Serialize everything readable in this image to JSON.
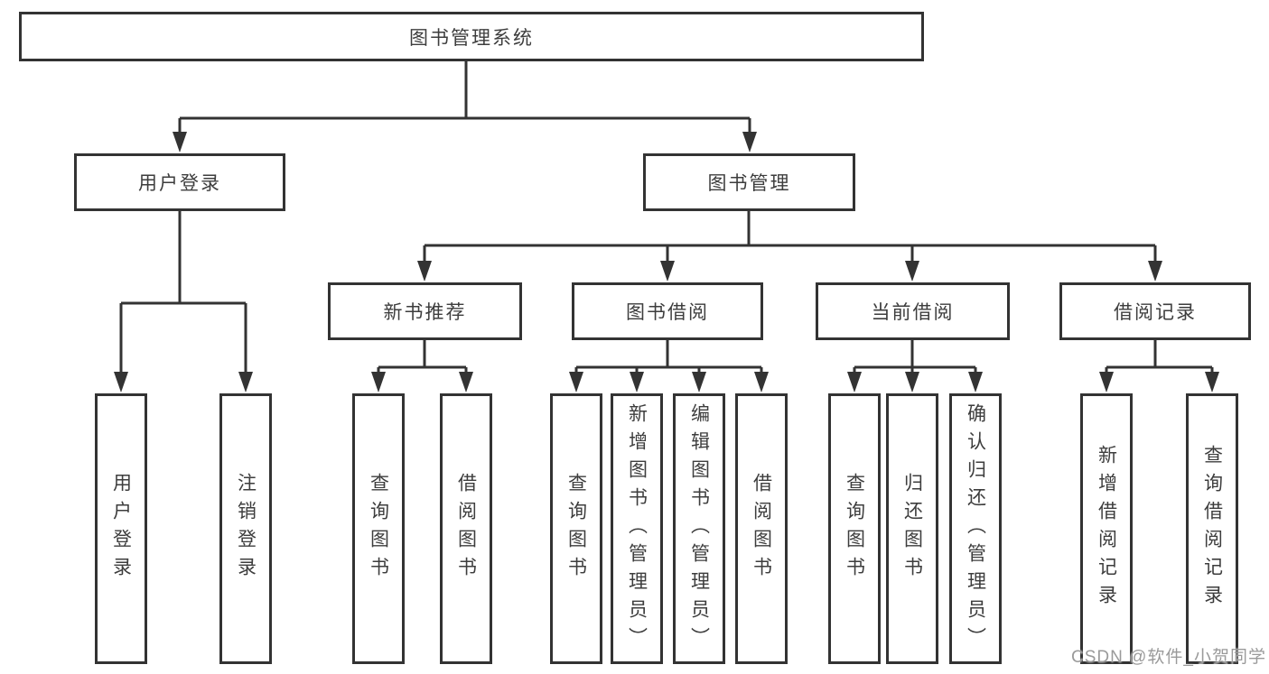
{
  "tree": {
    "root": {
      "label": "图书管理系统"
    },
    "branches": [
      {
        "label": "用户登录",
        "children": [
          {
            "label": "用户登录"
          },
          {
            "label": "注销登录"
          }
        ]
      },
      {
        "label": "图书管理",
        "groups": [
          {
            "label": "新书推荐",
            "children": [
              {
                "label": "查询图书"
              },
              {
                "label": "借阅图书"
              }
            ]
          },
          {
            "label": "图书借阅",
            "children": [
              {
                "label": "查询图书"
              },
              {
                "label": "新增图书（管理员）"
              },
              {
                "label": "编辑图书（管理员）"
              },
              {
                "label": "借阅图书"
              }
            ]
          },
          {
            "label": "当前借阅",
            "children": [
              {
                "label": "查询图书"
              },
              {
                "label": "归还图书"
              },
              {
                "label": "确认归还（管理员）"
              }
            ]
          },
          {
            "label": "借阅记录",
            "children": [
              {
                "label": "新增借阅记录"
              },
              {
                "label": "查询借阅记录"
              }
            ]
          }
        ]
      }
    ]
  },
  "watermark": "CSDN @软件_小贺同学",
  "colors": {
    "line": "#333333",
    "box_border": "#333333",
    "text": "#3d3d3d",
    "background": "#ffffff",
    "watermark": "#9a9a9a"
  }
}
